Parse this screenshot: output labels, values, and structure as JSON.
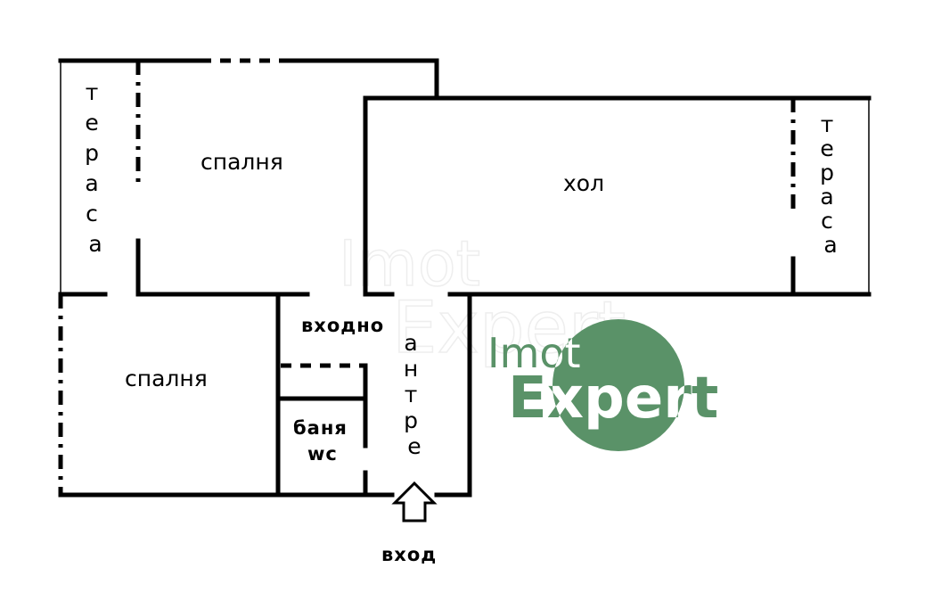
{
  "rooms": {
    "terrace_left": "тераса",
    "bedroom_top": "спалня",
    "living": "хол",
    "terrace_right": "тераса",
    "bedroom_bottom": "спалня",
    "entrance_hall": "входно",
    "antre": "антре",
    "bath": "баня",
    "wc": "wc"
  },
  "entry": {
    "label": "вход"
  },
  "logo": {
    "brand_top": "Imot",
    "brand_bottom": "Expert",
    "circle_color": "#5a9268",
    "text_color_on_circle": "#ffffff"
  },
  "colors": {
    "wall": "#000000",
    "background": "#ffffff"
  }
}
